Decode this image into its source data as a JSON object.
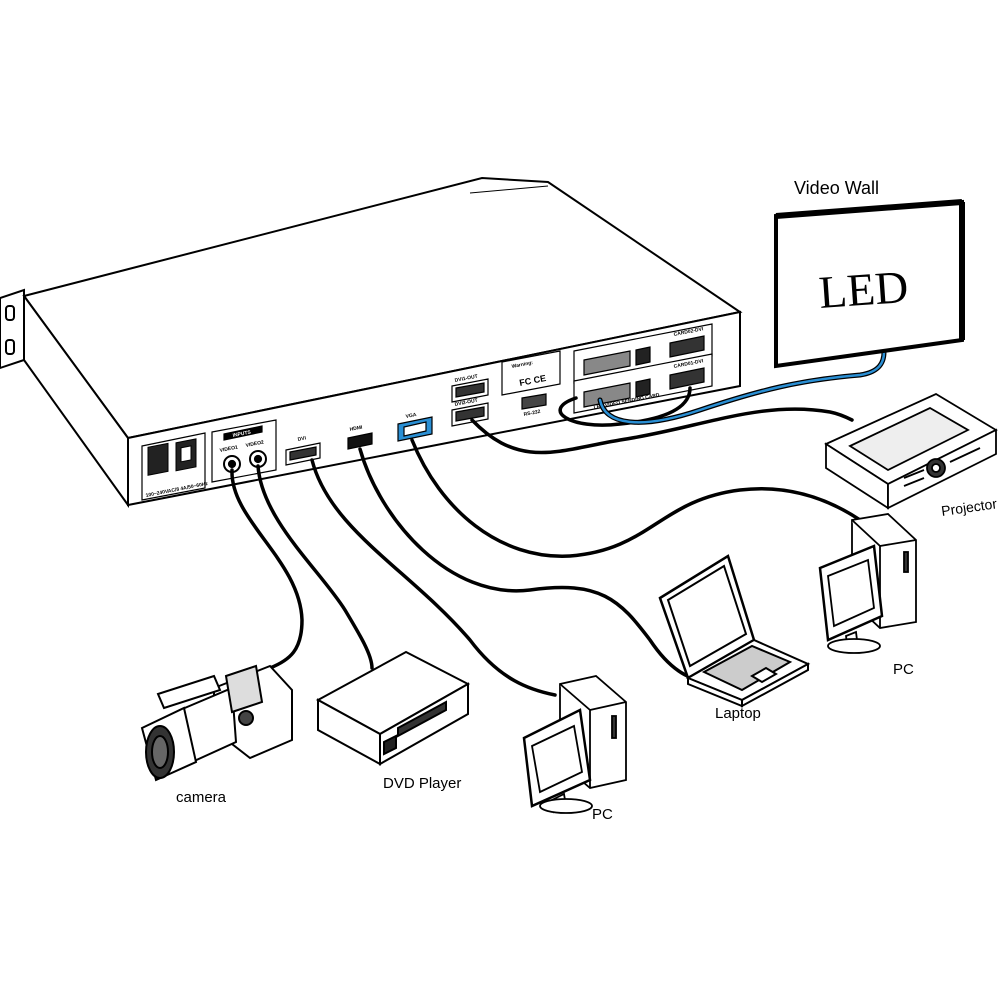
{
  "labels": {
    "video_wall": "Video Wall",
    "led": "LED",
    "projector": "Projector",
    "pc_right": "PC",
    "laptop": "Laptop",
    "pc_center": "PC",
    "dvd_player": "DVD Player",
    "camera": "camera"
  },
  "panel": {
    "power_rating": "100~240VAC/8 4A/50~60Hz",
    "inputs": "INPUTS",
    "video1": "VIDEO1",
    "video2": "VIDEO2",
    "dvi": "DVI",
    "hdmi": "HDMI",
    "vga": "VGA",
    "dvi1_out": "DVI1-OUT",
    "dvi2_out": "DVI2-OUT",
    "warning": "Warning:",
    "fcc_ce": "FC CE",
    "rs232": "RS-232",
    "card2": "CARD02-DVI",
    "card1": "CARD01-DVI",
    "sending_card": "LED VIDEO SENDING CARD"
  },
  "colors": {
    "line": "#000000",
    "blue_cable": "#2a8fd4",
    "background": "#ffffff"
  }
}
